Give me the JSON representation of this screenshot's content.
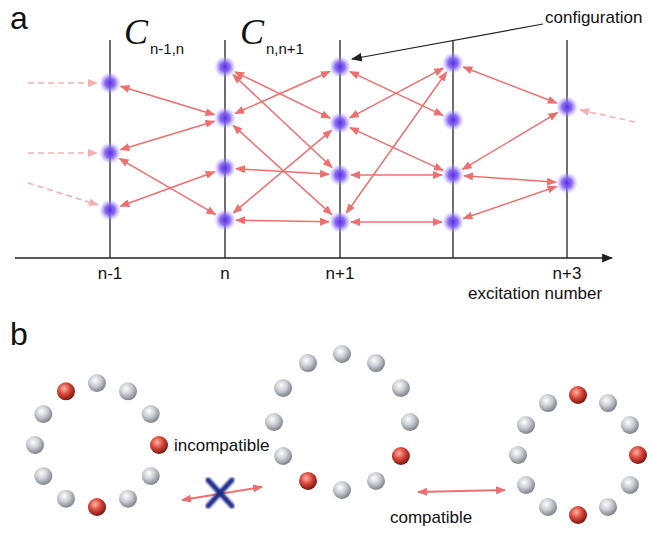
{
  "diagram": {
    "labels": [
      "a",
      "C",
      "n-1,n",
      "C",
      "n,n+1",
      "configuration",
      "n-1",
      "n",
      "n+1",
      "n+3",
      "excitation number",
      "b",
      "incompatible",
      "compatible"
    ]
  }
}
